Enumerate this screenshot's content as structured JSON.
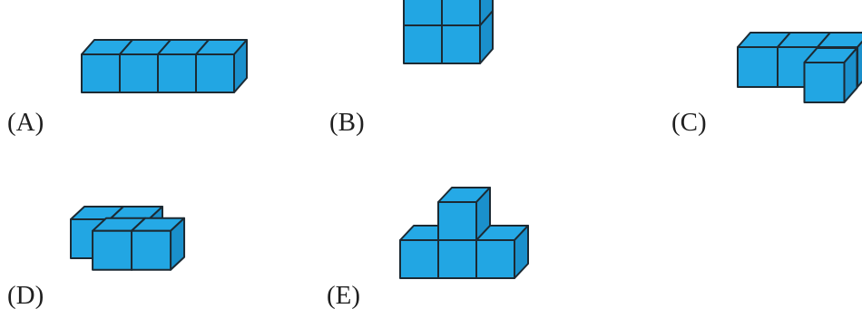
{
  "colors": {
    "cube_front": "#22a6e3",
    "cube_top": "#25a9e6",
    "cube_side": "#1a90cc",
    "outline": "#1c2a33",
    "label": "#1f1f1f"
  },
  "figures": [
    {
      "id": "A",
      "label": "(A)",
      "cube_count": 4,
      "shape": "row-of-4"
    },
    {
      "id": "B",
      "label": "(B)",
      "cube_count": 4,
      "shape": "2x2-square"
    },
    {
      "id": "C",
      "label": "(C)",
      "cube_count": 4,
      "shape": "row-of-3-with-1-in-front"
    },
    {
      "id": "D",
      "label": "(D)",
      "cube_count": 4,
      "shape": "staggered-2x2"
    },
    {
      "id": "E",
      "label": "(E)",
      "cube_count": 4,
      "shape": "t-shape"
    }
  ]
}
